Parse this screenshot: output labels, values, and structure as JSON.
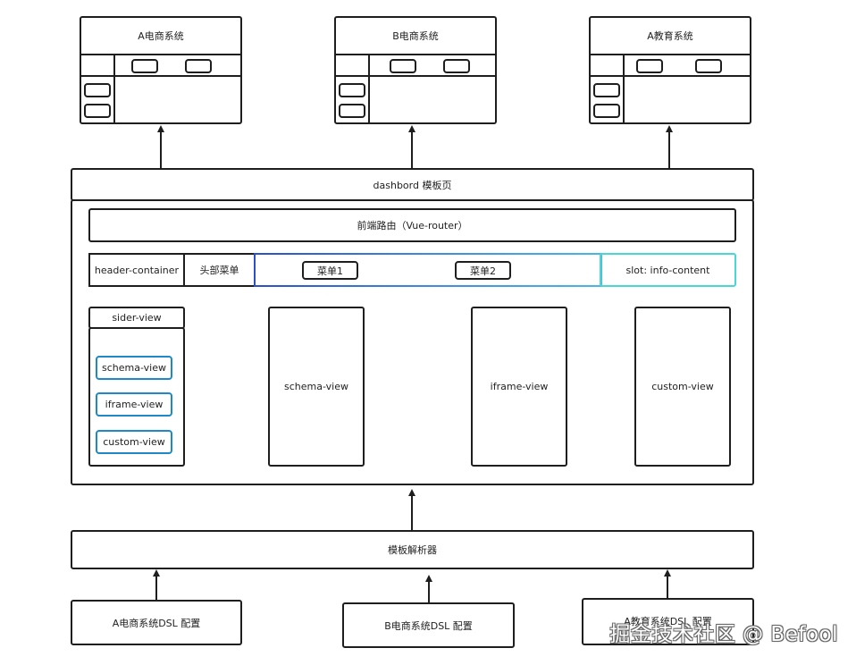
{
  "systems": [
    {
      "title": "A电商系统"
    },
    {
      "title": "B电商系统"
    },
    {
      "title": "A教育系统"
    }
  ],
  "dashboard": {
    "title": "dashbord 模板页",
    "router": "前端路由（Vue-router）",
    "header_container": "header-container",
    "head_menu": "头部菜单",
    "menu1": "菜单1",
    "menu2": "菜单2",
    "slot": "slot:  info-content",
    "sider": {
      "title": "sider-view",
      "items": [
        "schema-view",
        "iframe-view",
        "custom-view"
      ]
    },
    "views": [
      "schema-view",
      "iframe-view",
      "custom-view"
    ]
  },
  "parser": "模板解析器",
  "configs": [
    "A电商系统DSL 配置",
    "B电商系统DSL 配置",
    "A教育系统DSL 配置"
  ],
  "watermark": "掘金技术社区 @ Befool",
  "colors": {
    "stroke": "#1e1e1e",
    "blue": "#1e88c8",
    "menu_gradient_start": "#2a6be0",
    "slot_border": "#49d6d6"
  }
}
